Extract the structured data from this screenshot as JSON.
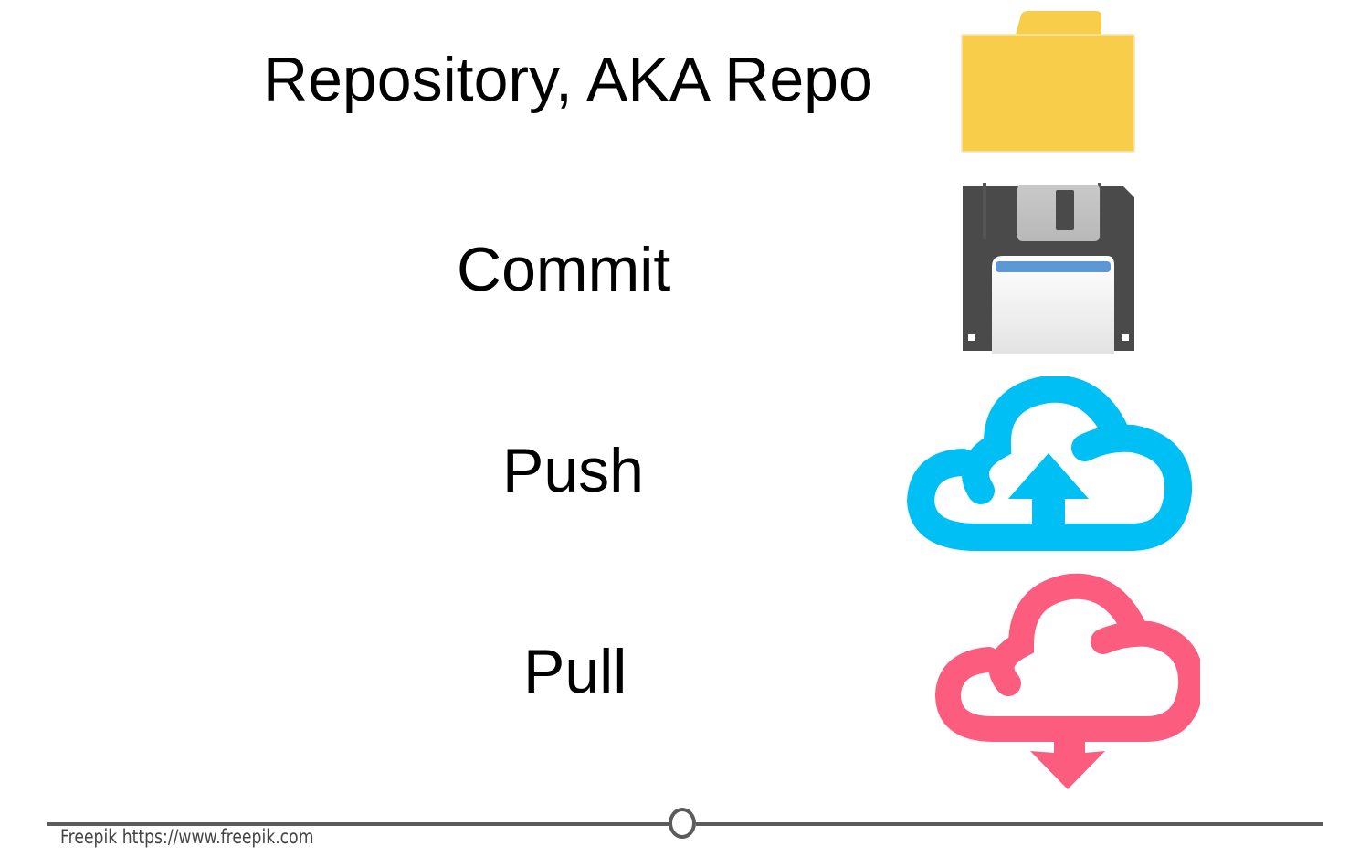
{
  "slide": {
    "rows": [
      {
        "label": "Repository, AKA Repo",
        "icon": "folder-icon",
        "color": "#f7cd4a"
      },
      {
        "label": "Commit",
        "icon": "floppy-disk-icon",
        "color": "#4a4a4a"
      },
      {
        "label": "Push",
        "icon": "cloud-upload-icon",
        "color": "#00bff5"
      },
      {
        "label": "Pull",
        "icon": "cloud-download-icon",
        "color": "#fc5c7d"
      }
    ],
    "credit": "Freepik https://www.freepik.com"
  }
}
